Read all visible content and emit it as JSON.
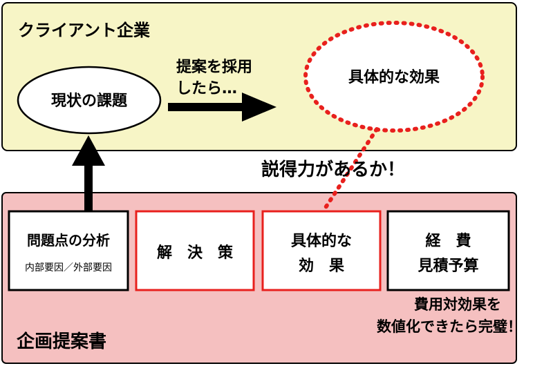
{
  "client": {
    "title": "クライアント企業",
    "issue": "現状の課題",
    "proposal_line1": "提案を採用",
    "proposal_line2": "したら…",
    "effect_bubble": "具体的な効果"
  },
  "persuasion": "説得力があるか！",
  "proposal": {
    "title": "企画提案書",
    "boxes": [
      {
        "lines": [
          "問題点の分析"
        ],
        "sub": "内部要因／外部要因"
      },
      {
        "lines": [
          "解　決　策"
        ]
      },
      {
        "lines": [
          "具体的な",
          "効　果"
        ]
      },
      {
        "lines": [
          "経　費",
          "見積予算"
        ]
      }
    ],
    "note_line1": "費用対効果を",
    "note_line2": "数値化できたら完璧！"
  },
  "colors": {
    "client_fill": "#f7f5c6",
    "proposal_fill": "#f5c0c0",
    "highlight": "#e8201d",
    "ink": "#000000"
  }
}
